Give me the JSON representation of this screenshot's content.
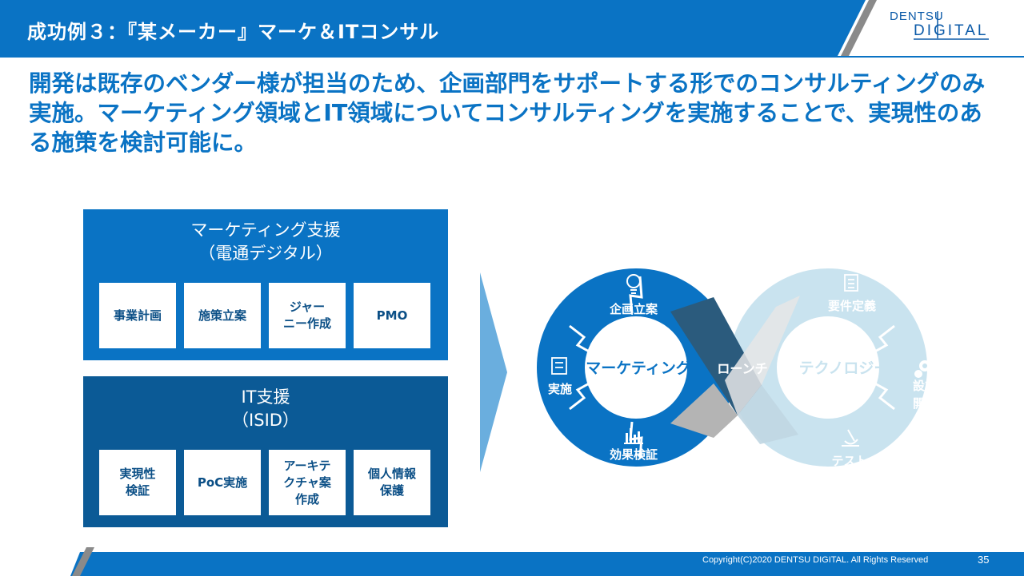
{
  "header": {
    "title": "成功例３：『某メーカー』マーケ＆ITコンサル",
    "logo_line1": "DENTSU",
    "logo_line2": "DIGITAL",
    "bar_color": "#0a73c4"
  },
  "lead": {
    "text": "開発は既存のベンダー様が担当のため、企画部門をサポートする形でのコンサルティングのみ実施。マーケティング領域とIT領域についてコンサルティングを実施することで、実現性のある施策を検討可能に。"
  },
  "marketing_panel": {
    "title": "マーケティング支援",
    "subtitle": "（電通デジタル）",
    "items": [
      "事業計画",
      "施策立案",
      "ジャー\nニー作成",
      "PMO"
    ]
  },
  "it_panel": {
    "title": "IT支援",
    "subtitle": "（ISID）",
    "items": [
      "実現性\n検証",
      "PoC実施",
      "アーキテ\nクチャ案\n作成",
      "個人情報\n保護"
    ]
  },
  "cycle": {
    "left_center": "マーケティング",
    "middle": "ローンチ",
    "right_center": "テクノロジー",
    "left_steps": {
      "top": "企画立案",
      "left": "実施",
      "bottom": "効果検証"
    },
    "right_steps": {
      "top": "要件定義",
      "right_line1": "設計",
      "right_line2": "開発",
      "bottom": "テスト"
    },
    "icons": [
      "lightbulb-icon",
      "checklist-icon",
      "bar-chart-icon",
      "document-icon",
      "gear-icon",
      "microscope-icon"
    ]
  },
  "footer": {
    "copyright": "Copyright(C)2020 DENTSU DIGITAL. All Rights Reserved",
    "page": "35"
  }
}
